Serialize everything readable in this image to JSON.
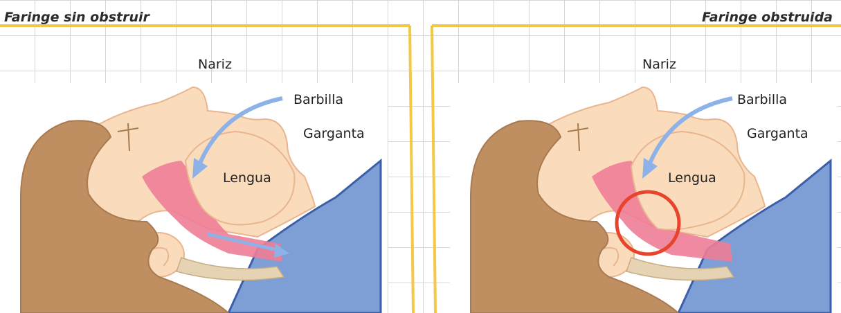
{
  "panels": [
    {
      "title": "Faringe sin obstruir",
      "labels": {
        "nose": "Nariz",
        "chin": "Barbilla",
        "throat": "Garganta",
        "tongue": "Lengua"
      },
      "obstructed": false
    },
    {
      "title": "Faringe obstruida",
      "labels": {
        "nose": "Nariz",
        "chin": "Barbilla",
        "throat": "Garganta",
        "tongue": "Lengua"
      },
      "obstructed": true
    }
  ],
  "colors": {
    "frame_line": "#f3c845",
    "skin": "#fadcbc",
    "skin_outline": "#e8b58e",
    "hair": "#bf8f62",
    "hair_dark": "#a87a4f",
    "shirt": "#7e9fd6",
    "shirt_outline": "#3c5ea8",
    "airway_pink": "#ee7d96",
    "airflow_arrow": "#8cb2e8",
    "obstruction_circle": "#e8432c"
  }
}
